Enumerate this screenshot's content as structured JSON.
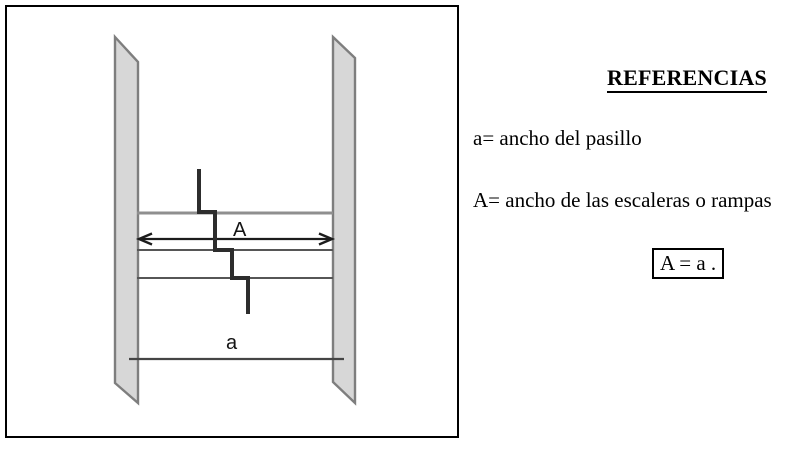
{
  "figure": {
    "stair_width_label": "A",
    "corridor_width_label": "a"
  },
  "references": {
    "title": "REFERENCIAS",
    "items": [
      "a= ancho del pasillo",
      "A= ancho de las escaleras o rampas"
    ],
    "formula": "A = a ."
  },
  "colors": {
    "frame_border": "#000000",
    "wall_fill": "#d7d7d7",
    "wall_stroke": "#7e7e7e",
    "landing_line": "#8f8f8f",
    "step_line": "#565656",
    "dimension_line": "#454545",
    "arrow": "#1c1c1c",
    "stair_break_line": "#2d2d2d"
  }
}
